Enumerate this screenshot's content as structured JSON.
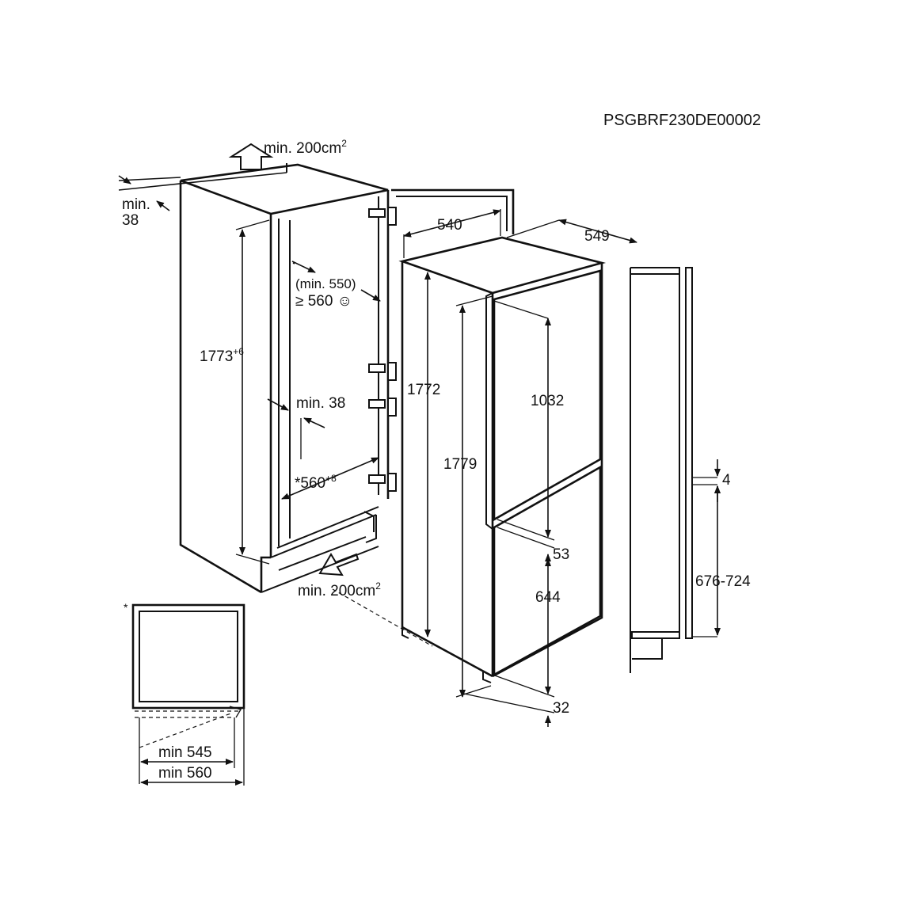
{
  "code": "PSGBRF230DE00002",
  "labels": {
    "vent_top": "min. 200cm",
    "vent_top_sup": "2",
    "vent_bottom": "min. 200cm",
    "vent_bottom_sup": "2",
    "gap_min_word": "min.",
    "gap_min_value": "38",
    "niche_depth_line1": "(min. 550)",
    "niche_depth_line2": "≥ 560 ☺",
    "niche_height": "1773",
    "niche_height_sup": "+6",
    "side_gap": "min. 38",
    "niche_width": "*560",
    "niche_width_sup": "+8",
    "depth_540": "540",
    "depth_549": "549",
    "height_1772": "1772",
    "height_1779": "1779",
    "door_1032": "1032",
    "gap_53": "53",
    "door_644": "644",
    "base_32": "32",
    "gap_4": "4",
    "range_676_724": "676-724",
    "asterisk": "*",
    "min_545": "min 545",
    "min_560": "min 560"
  }
}
